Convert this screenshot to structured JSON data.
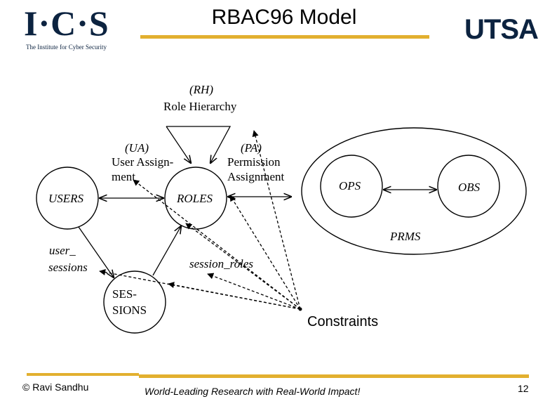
{
  "header": {
    "title": "RBAC96 Model",
    "ics_logo_text": "I·C·S",
    "ics_logo_subtitle": "The Institute for Cyber Security",
    "utsa_logo_text": "UTSA"
  },
  "diagram": {
    "rh_abbrev": "(RH)",
    "rh_label": "Role Hierarchy",
    "ua_abbrev": "(UA)",
    "ua_line1": "User Assign-",
    "ua_line2": "ment",
    "pa_abbrev": "(PA)",
    "pa_line1": "Permission",
    "pa_line2": "Assignment",
    "users": "USERS",
    "roles": "ROLES",
    "ops": "OPS",
    "obs": "OBS",
    "prms": "PRMS",
    "user_sessions_line1": "user_",
    "user_sessions_line2": "sessions",
    "session_roles": "session_roles",
    "sessions_line1": "SES-",
    "sessions_line2": "SIONS",
    "constraints": "Constraints"
  },
  "footer": {
    "author": "© Ravi  Sandhu",
    "tagline": "World-Leading Research with Real-World Impact!",
    "page_number": "12"
  },
  "colors": {
    "accent_gold": "#e2b02f",
    "logo_navy": "#0c2340"
  }
}
